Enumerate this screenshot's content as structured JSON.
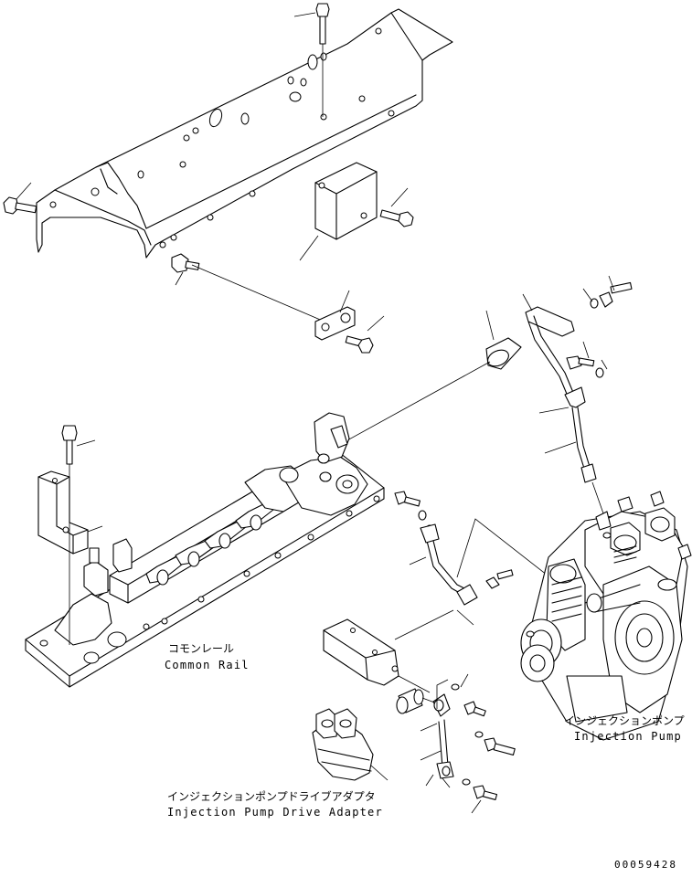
{
  "labels": {
    "common_rail_jp": "コモンレール",
    "common_rail_en": "Common Rail",
    "injection_pump_jp": "インジェクションポンプ",
    "injection_pump_en": "Injection Pump",
    "drive_adapter_jp": "インジェクションポンプドライブアダプタ",
    "drive_adapter_en": "Injection Pump Drive Adapter",
    "drawing_number": "00059428"
  }
}
